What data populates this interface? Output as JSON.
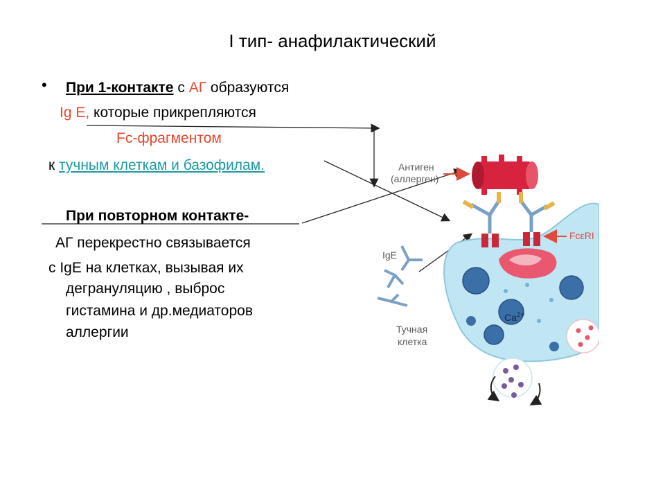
{
  "title": "I тип- анафилактический",
  "bullet": "•",
  "text": {
    "l1_a": "При 1-контакте",
    "l1_b": " с ",
    "l1_c": "АГ",
    "l1_d": " образуются",
    "l2_a": "Ig E,",
    "l2_b": " которые прикрепляются",
    "l3": "Fc-фрагментом",
    "l4_a": "к ",
    "l4_b": "тучным клеткам и базофилам.",
    "l5": "При повторном контакте-",
    "l6": "АГ перекрестно связывается",
    "l7": "с IgE на клетках, вызывая их",
    "l8": "дегрануляцию , выброс",
    "l9": "гистамина и др.медиаторов",
    "l10": "аллергии"
  },
  "figure": {
    "antigen_label_1": "Антиген",
    "antigen_label_2": "(аллерген)",
    "receptor_label": "FcεRI",
    "ige_label": "IgE",
    "calcium_label": "Ca",
    "calcium_sup": "2+",
    "cell_label_1": "Тучная",
    "cell_label_2": "клетка"
  },
  "colors": {
    "text_red": "#e8452b",
    "link_teal": "#1a9aa0",
    "cell_fill": "#bfe6f2",
    "granule_blue": "#3a6fa8",
    "antigen_red": "#d8233f",
    "receptor_red": "#c8283a"
  }
}
